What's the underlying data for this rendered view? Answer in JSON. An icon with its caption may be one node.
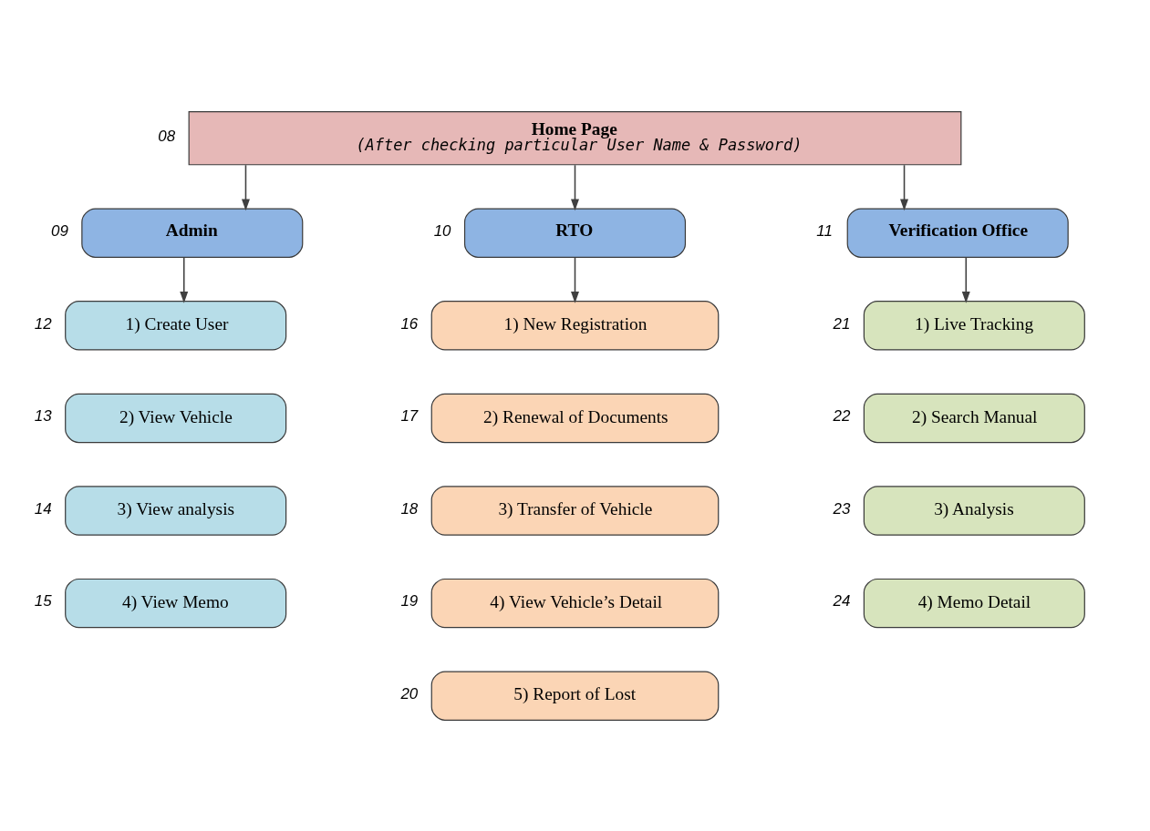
{
  "diagram": {
    "nodes": [
      {
        "text": [
          "Home Page",
          "(After checking particular User Name & Password)"
        ],
        "beside": [
          "08"
        ]
      },
      {
        "text": [
          "Admin"
        ],
        "beside": [
          "09"
        ]
      },
      {
        "text": [
          "RTO"
        ],
        "beside": [
          "10"
        ]
      },
      {
        "text": [
          "Verification Office"
        ],
        "beside": [
          "11"
        ]
      },
      {
        "text": [
          "1) Create User"
        ],
        "beside": [
          "12"
        ]
      },
      {
        "text": [
          "2) View Vehicle"
        ],
        "beside": [
          "13"
        ]
      },
      {
        "text": [
          "3) View analysis"
        ],
        "beside": [
          "14"
        ]
      },
      {
        "text": [
          "4) View Memo"
        ],
        "beside": [
          "15"
        ]
      },
      {
        "text": [
          "1) New Registration"
        ],
        "beside": [
          "16"
        ]
      },
      {
        "text": [
          "2) Renewal of Documents"
        ],
        "beside": [
          "17"
        ]
      },
      {
        "text": [
          "3) Transfer of Vehicle"
        ],
        "beside": [
          "18"
        ]
      },
      {
        "text": [
          "4) View Vehicle’s Detail"
        ],
        "beside": [
          "19"
        ]
      },
      {
        "text": [
          "5) Report of Lost"
        ],
        "beside": [
          "20"
        ]
      },
      {
        "text": [
          "1) Live Tracking"
        ],
        "beside": [
          "21"
        ]
      },
      {
        "text": [
          "2) Search Manual"
        ],
        "beside": [
          "22"
        ]
      },
      {
        "text": [
          "3) Analysis"
        ],
        "beside": [
          "23"
        ]
      },
      {
        "text": [
          "4) Memo Detail"
        ],
        "beside": [
          "24"
        ]
      }
    ],
    "edges": [
      {
        "from": 0,
        "to": 1,
        "arrow": "to"
      },
      {
        "from": 0,
        "to": 2,
        "arrow": "to"
      },
      {
        "from": 0,
        "to": 3,
        "arrow": "to"
      },
      {
        "from": 1,
        "to": 4,
        "arrow": "to"
      },
      {
        "from": 2,
        "to": 8,
        "arrow": "to"
      },
      {
        "from": 3,
        "to": 13,
        "arrow": "to"
      }
    ]
  }
}
